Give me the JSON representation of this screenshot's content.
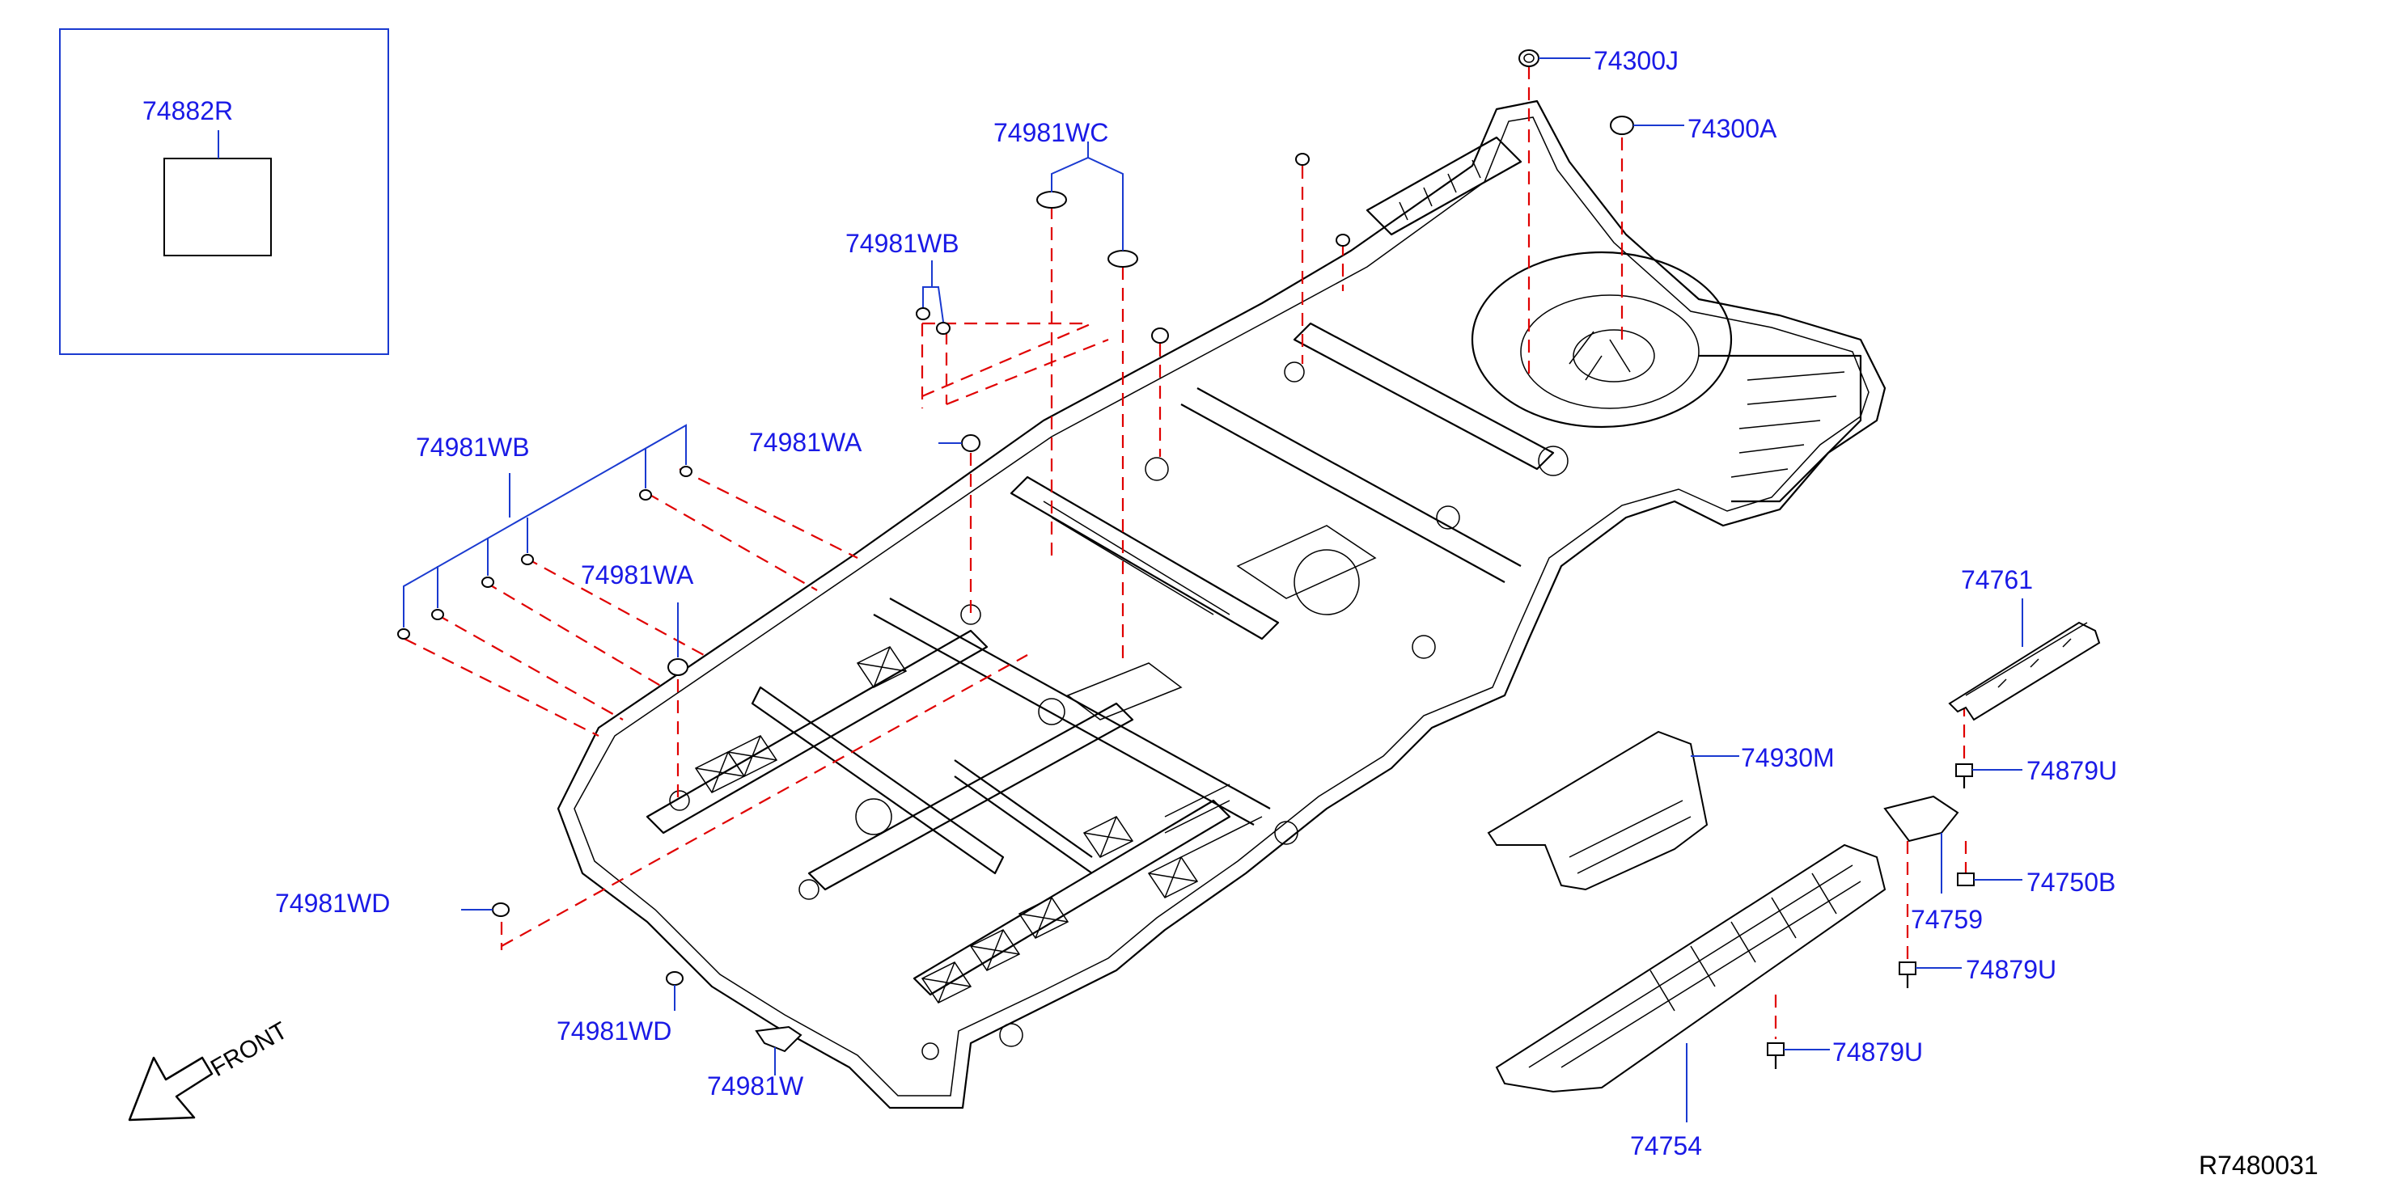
{
  "diagram_ref": "R7480031",
  "front_label": "FRONT",
  "colors": {
    "label": "#1a1ae6",
    "leader": "#1a3ad0",
    "dash": "#e00000",
    "line": "#000000"
  },
  "labels": {
    "inset": "74882R",
    "wc": "74981WC",
    "wb_top": "74981WB",
    "wb_left": "74981WB",
    "wa_top": "74981WA",
    "wa_left": "74981WA",
    "wd_left": "74981WD",
    "wd_bottom": "74981WD",
    "w": "74981W",
    "j": "74300J",
    "a": "74300A",
    "p74761": "74761",
    "p74879u_1": "74879U",
    "p74930m": "74930M",
    "p74750b": "74750B",
    "p74759": "74759",
    "p74879u_2": "74879U",
    "p74879u_3": "74879U",
    "p74754": "74754"
  }
}
